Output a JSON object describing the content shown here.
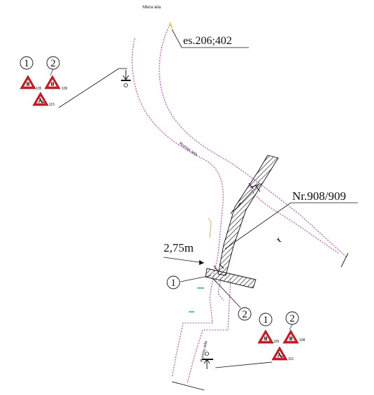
{
  "streets": {
    "miera": "Miera iela",
    "romas": "Romas iela",
    "purenu": "Purenu iela"
  },
  "labels": {
    "existing_ref": "es.206;402",
    "plan_number": "Nr.908/909",
    "width": "2,75m",
    "marker_1": "1",
    "marker_2": "2"
  },
  "sign_groups": {
    "left": {
      "number_1": "1",
      "number_2": "2",
      "sign_codes": [
        "105",
        "109",
        "115"
      ]
    },
    "right": {
      "number_1": "1",
      "number_2": "2",
      "sign_codes": [
        "105",
        "108",
        "115"
      ]
    }
  },
  "colors": {
    "road_edge": "#c23bd6",
    "sign_red": "#e0141e",
    "hatch": "#1a1a1a",
    "accent_yellow": "#f2d21b",
    "accent_cyan": "#1fb5b5"
  }
}
